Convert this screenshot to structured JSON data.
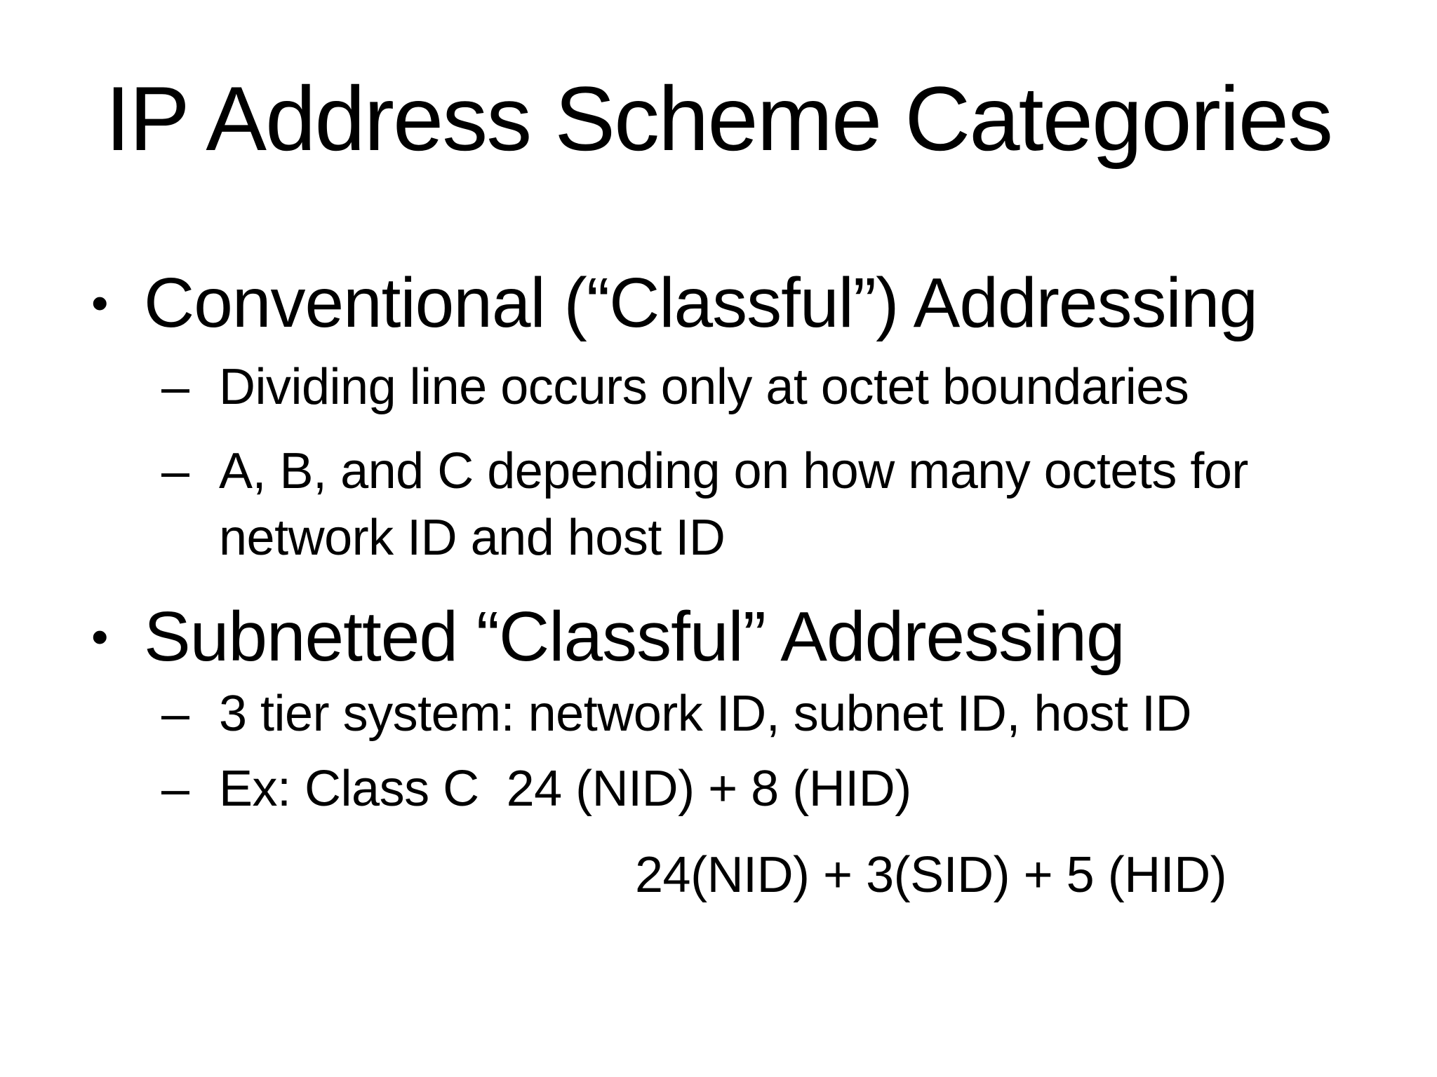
{
  "slide": {
    "title": "IP Address Scheme Categories",
    "bullet_char": "•",
    "dash_char": "–",
    "sections": [
      {
        "heading": "Conventional (“Classful”) Addressing",
        "subs": [
          "Dividing line occurs only at octet boundaries",
          "A, B, and C depending on how many octets for network ID and host ID"
        ]
      },
      {
        "heading": "Subnetted “Classful” Addressing",
        "subs": [
          "3 tier system: network ID, subnet ID, host ID",
          "Ex: Class C  24 (NID) + 8 (HID)"
        ],
        "continuation": "24(NID) + 3(SID) + 5 (HID)"
      }
    ]
  }
}
